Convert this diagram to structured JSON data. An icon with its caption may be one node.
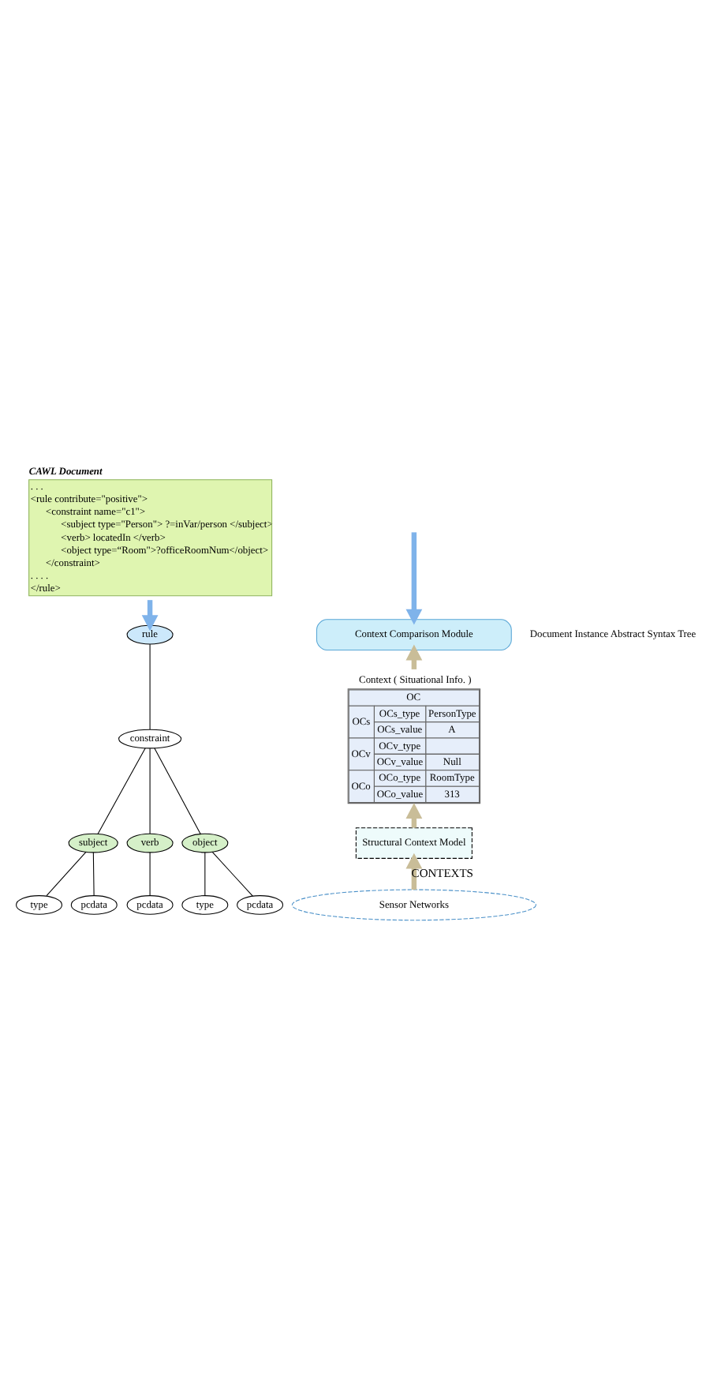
{
  "diagram": {
    "nodes": [
      {
        "text": [
          "CAWL Document",
          ". . .",
          "<rule contribute=\"positive\">",
          "<constraint name=\"c1\">",
          "<subject type=\"Person\"> ?=inVar/person </subject>",
          "<verb> locatedIn </verb>",
          "<object type=“Room\">?officeRoomNum</object>",
          "</constraint>",
          ". . . .",
          "</rule>"
        ]
      },
      {
        "text": [
          "rule"
        ]
      },
      {
        "text": [
          "constraint"
        ]
      },
      {
        "text": [
          "subject"
        ]
      },
      {
        "text": [
          "verb"
        ]
      },
      {
        "text": [
          "object"
        ]
      },
      {
        "text": [
          "type"
        ]
      },
      {
        "text": [
          "pcdata"
        ]
      },
      {
        "text": [
          "type"
        ]
      },
      {
        "text": [
          "pcdata"
        ]
      },
      {
        "text": [
          "pcdata"
        ]
      },
      {
        "text": [
          "Context Comparison Module"
        ]
      },
      {
        "text": [
          "Context ( Situational Info. )",
          "OC",
          "OCs",
          "OCs_type",
          "PersonType",
          "OCs_value",
          "A",
          "OCv",
          "OCv_type",
          "OCv_value",
          "Null",
          "OCo",
          "OCo_type",
          "RoomType",
          "OCo_value",
          "313"
        ]
      },
      {
        "text": [
          "Structural Context Model"
        ]
      },
      {
        "text": [
          "Sensor Networks"
        ]
      }
    ],
    "edges": [
      {
        "from": 0,
        "to": 1,
        "arrow": "to",
        "style": "thick",
        "color": "#7fb3ea"
      },
      {
        "from": 1,
        "to": 2,
        "arrow": "none"
      },
      {
        "from": 2,
        "to": 3,
        "arrow": "none"
      },
      {
        "from": 2,
        "to": 4,
        "arrow": "none"
      },
      {
        "from": 2,
        "to": 5,
        "arrow": "none"
      },
      {
        "from": 3,
        "to": 6,
        "arrow": "none"
      },
      {
        "from": 3,
        "to": 7,
        "arrow": "none"
      },
      {
        "from": 5,
        "to": 8,
        "arrow": "none"
      },
      {
        "from": 5,
        "to": 9,
        "arrow": "none"
      },
      {
        "from": 4,
        "to": 10,
        "arrow": "none"
      },
      {
        "from": null,
        "to": 11,
        "arrow": "to",
        "style": "thick",
        "color": "#7fb3ea"
      },
      {
        "from": 12,
        "to": 11,
        "arrow": "to",
        "style": "thick",
        "color": "#c9bd98"
      },
      {
        "from": 13,
        "to": 12,
        "arrow": "to",
        "style": "thick",
        "color": "#c9bd98"
      },
      {
        "from": 14,
        "to": 13,
        "arrow": "to",
        "label": "CONTEXTS",
        "style": "thick",
        "color": "#c9bd98"
      }
    ],
    "labels": [
      "Document Instance Abstract Syntax Tree"
    ]
  }
}
